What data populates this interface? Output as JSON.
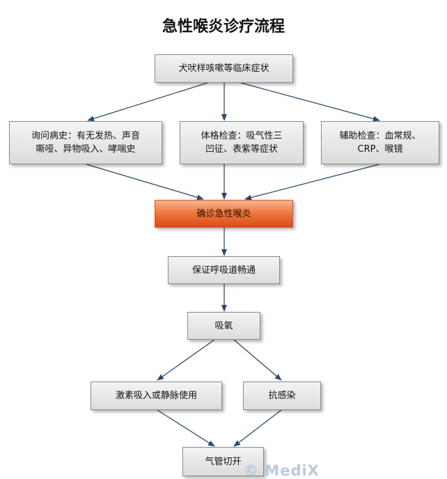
{
  "title": "急性喉炎诊疗流程",
  "nodes": {
    "symptoms": "犬吠样咳嗽等临床症状",
    "history_line1": "询问病史：有无发热、声音",
    "history_line2": "嘶哑、异物吸入、哮喘史",
    "exam_line1": "体格检查：吸气性三",
    "exam_line2": "凹征、表紫等症状",
    "aux_line1": "辅助检查：血常规、",
    "aux_line2": "CRP、喉镜",
    "diagnosis": "确诊急性喉炎",
    "airway": "保证呼吸道畅通",
    "oxygen": "吸氧",
    "steroid": "激素吸入或静脉使用",
    "anti_infection": "抗感染",
    "tracheotomy": "气管切开"
  },
  "watermark": "© MediX"
}
